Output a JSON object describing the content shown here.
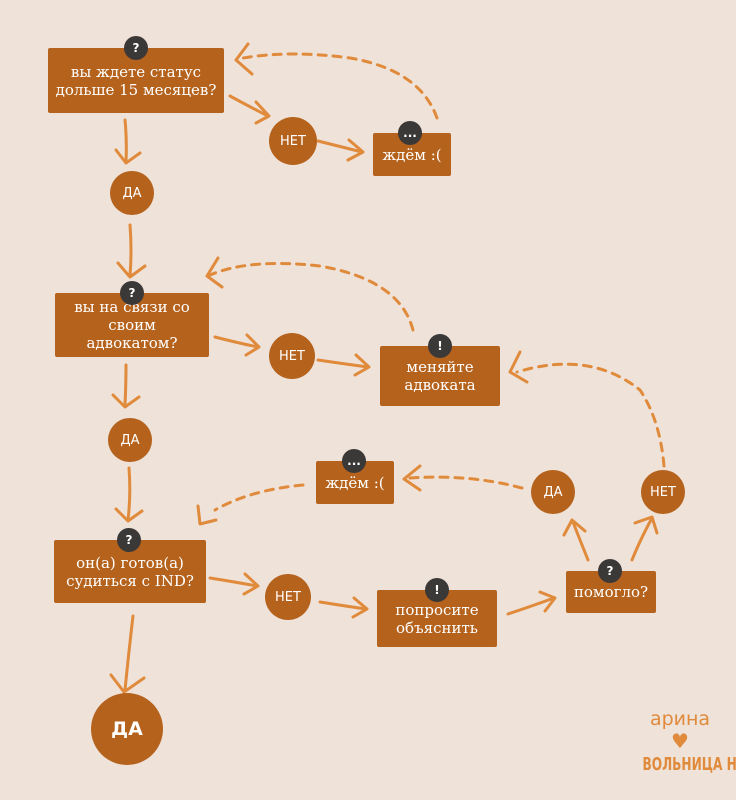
{
  "colors": {
    "background": "#efe2d9",
    "box": "#b5621d",
    "badge": "#3b3838",
    "line": "#e08a3c"
  },
  "nodes": {
    "q1": {
      "badge": "?",
      "text": "вы ждете статус\nдольше 15 месяцев?"
    },
    "no1": {
      "text": "НЕТ"
    },
    "wait1": {
      "badge": "...",
      "text": "ждём :("
    },
    "yes1": {
      "text": "ДА"
    },
    "q2": {
      "badge": "?",
      "text": "вы на связи со\nсвоим адвокатом?"
    },
    "no2": {
      "text": "НЕТ"
    },
    "change": {
      "badge": "!",
      "text": "меняйте\nадвоката"
    },
    "yes2": {
      "text": "ДА"
    },
    "q3": {
      "badge": "?",
      "text": "он(а) готов(а)\nсудиться с IND?"
    },
    "no3": {
      "text": "НЕТ"
    },
    "ask": {
      "badge": "!",
      "text": "попросите\nобъяснить"
    },
    "helped": {
      "badge": "?",
      "text": "помогло?"
    },
    "yes_helped": {
      "text": "ДА"
    },
    "no_helped": {
      "text": "НЕТ"
    },
    "wait2": {
      "badge": "...",
      "text": "ждём :("
    },
    "final_yes": {
      "text": "ДА"
    }
  },
  "signature": {
    "author": "арина",
    "heart": "♥",
    "brand": "ВОЛЬНИЦА НЛ"
  }
}
